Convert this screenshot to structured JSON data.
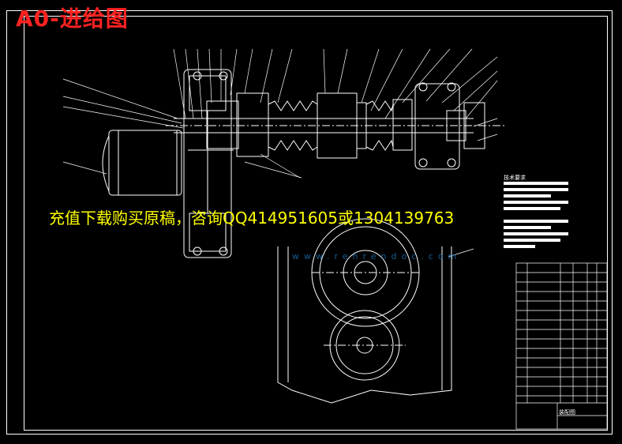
{
  "header": {
    "title": "A0-进给图"
  },
  "overlay": {
    "ad_text": "充值下载购买原稿，咨询QQ414951605或1304139763"
  },
  "watermark": {
    "text": "www.renrendoc.com"
  },
  "drawing": {
    "notes_heading": "技术要求",
    "title_block_label": "装配图"
  },
  "colors": {
    "title": "#ff2222",
    "ad": "#ffff00",
    "lines": "#ffffff",
    "watermark": "#1e7bc0"
  }
}
